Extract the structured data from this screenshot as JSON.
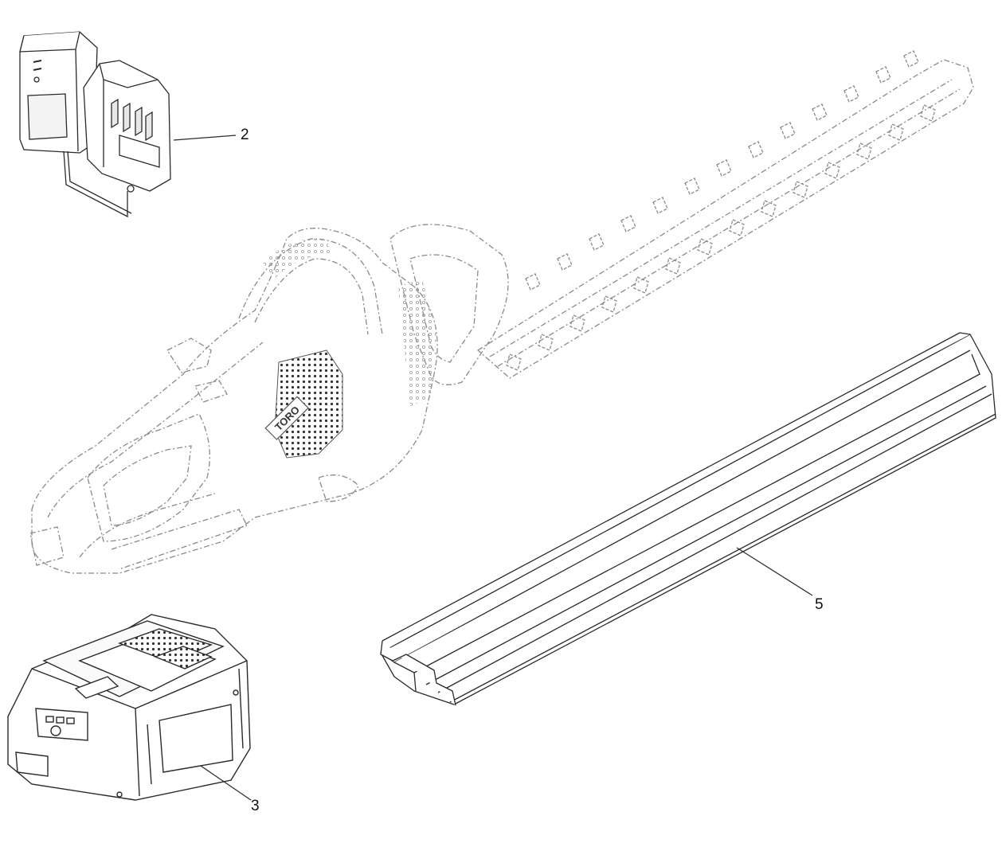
{
  "diagram": {
    "callouts": [
      {
        "id": "charger",
        "label": "2"
      },
      {
        "id": "battery",
        "label": "3"
      },
      {
        "id": "blade_cover",
        "label": "5"
      }
    ],
    "brand_logo": "TORO"
  },
  "colors": {
    "line": "#2a2a2a",
    "phantom": "#8a8a8a",
    "background": "#ffffff"
  }
}
